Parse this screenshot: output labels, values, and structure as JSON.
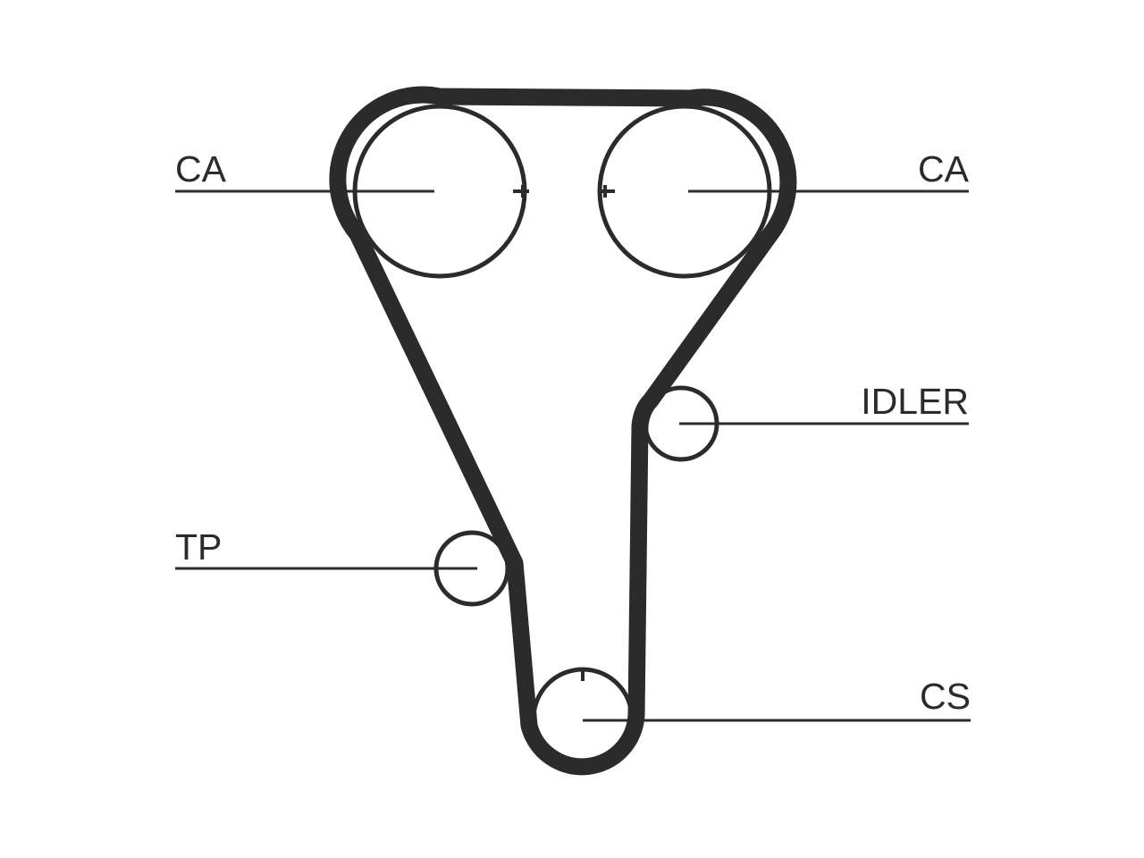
{
  "labels": {
    "cam_left": "CA",
    "cam_right": "CA",
    "idler": "IDLER",
    "tensioner": "TP",
    "crankshaft": "CS"
  },
  "colors": {
    "ink": "#2b2b2b",
    "background": "#ffffff"
  }
}
